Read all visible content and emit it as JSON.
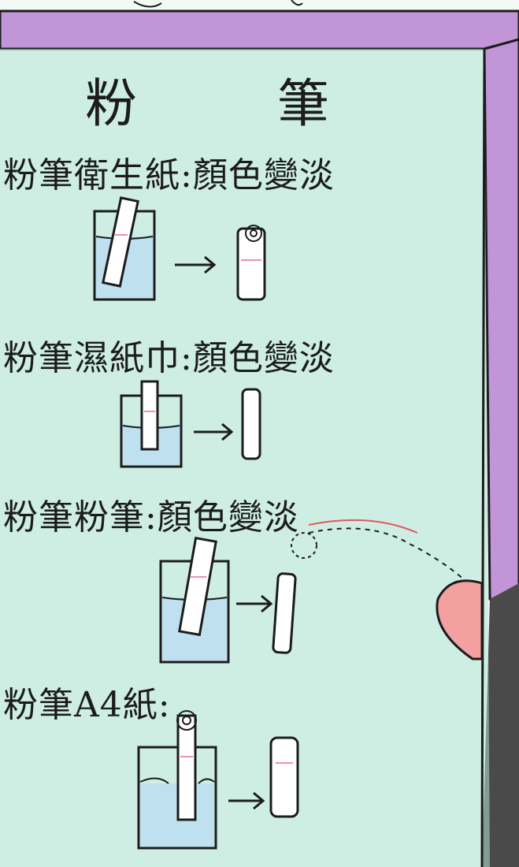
{
  "title": {
    "left_char": "粉",
    "right_char": "筆"
  },
  "experiments": [
    {
      "label": "粉筆衛生紙:顏色變淡"
    },
    {
      "label": "粉筆濕紙巾:顏色變淡"
    },
    {
      "label": "粉筆粉筆:顏色變淡"
    },
    {
      "label": "粉筆A4紙:"
    }
  ],
  "colors": {
    "board_fill": "#aee3d6",
    "board_frame": "#c294d8",
    "water": "#bfe0ef",
    "pink_finger": "#f2a0a0",
    "chalk_line": "#f08fb0",
    "eraser_dark": "#4a4a4a",
    "ink": "#1c1c1c"
  },
  "icons": [
    "cup-icon",
    "chalk-icon",
    "arrow-icon",
    "finger-icon",
    "eraser-icon"
  ]
}
